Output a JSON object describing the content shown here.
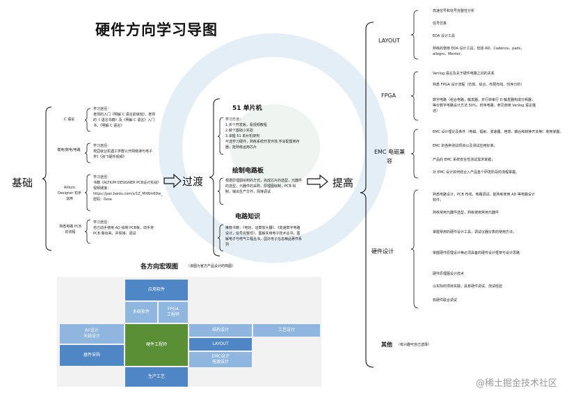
{
  "title": "硬件方向学习导图",
  "stages": {
    "basic": "基础",
    "transition": "过渡",
    "advanced": "提高"
  },
  "basic_items": [
    {
      "name": "C 语言",
      "desc": "学习途径：\n老师的入门《明解 C 语言前级班》、老师的《 语言书籍》及《明解 C 语言》入门书，《明解 C 语言》"
    },
    {
      "name": "模电/数电/电路",
      "desc": "学习途径：\n校园就业机遇工学群公开网络课与电子学》《张飞硬件视频》"
    },
    {
      "name": "Altium Designer 初步运用",
      "desc": "学习途径：\n书籍《ALTIUM DESIGNER PCB设计实战》\n视频链接：\nhttps://pan.baidu.com/s/1Z_MXBm6Dw_dSVkKN7U8Q 密码：0xse"
    },
    {
      "name": "熟悉电路 PCB 的流程",
      "desc": "学习途径：\n自己动手使用 AD 绘制 PCB板，动手将 PCB 做出来，并焊接，调试"
    }
  ],
  "transition_items": [
    {
      "name": "51 单片机",
      "desc": "学习方法：\n1.买个开发板，看视频教程\n2.做个基础小实验\n3.掌握 51 单片机架构\n可选学习硬件，熟练系统开发环境,学会配置寄存器，能熟练运用芯片"
    },
    {
      "name": "绘制电路板",
      "desc": "根据原理图绘制的方式，完成芯片的选型，元器件的选型，元器件的采购，原理图绘制，PCB 绘制，输出生产文件，焊接调试"
    },
    {
      "name": "电路知识",
      "desc": "推荐书籍：《电好，运算放大器》、《高速数字电路设计，信号完整性》、图解实用电子技术丛书，图解电子与电气工程丛书，国外电子信息精品著作系列"
    }
  ],
  "advanced_items": [
    {
      "name": "LAYOUT",
      "lines": [
        "高速信号和信号完整性分析",
        "信号仿真",
        "EDA 设计工具",
        "熟练的使用 EDA 设计工具，包括 AD，Cadence，pads，allegro，Mentor。"
      ]
    },
    {
      "name": "FPGA",
      "lines": [
        "Verilog 语言及关于硬件电路之间的关系",
        "熟悉 FPGA 设计流程（仿真、综合、布局布线、时序分析）",
        "数字电路（组合电路，触发器，并行转串行 D 触发器构成分频器，等价数字电路设计方法 50%，时序电路，参见使用 Verilog 语言描述）"
      ]
    },
    {
      "name": "EMC 电磁兼容",
      "lines": [
        "EMC 设计理论及条件（电磁、辐射、波速器、电感、耦合和转换开关等）使用掌握。",
        "EMC 的各种测试项目以及测试应用标准；",
        "产品的 EMC 系统安全性测试需求掌握；",
        "对 EMC 设计如何结合入产品各个研发阶段的流程掌握。"
      ]
    },
    {
      "name": "硬件设计",
      "lines": [
        "熟悉电路设计，PCB 布线，电路调试，能熟练使用 AD 等电路设计软件；",
        "熟练常用元器件选型，熟练使用常用元器件",
        "掌握常用的硬件设计工具，调试仪器仪表的使用方法；",
        "掌握硬件原理设计等必须具备的硬件设计框架与设计思路",
        "硬件原理图设计技术",
        "以实际的项目实践，具有硬件调试、测试经验",
        "软硬件联合调试"
      ]
    },
    {
      "name": "其他",
      "lines": [
        "（有兴趣可自己选择）"
      ]
    }
  ],
  "section2": {
    "title": "各方向宏观图",
    "subtitle": "（该图为官方产品设计的简图）",
    "cells": {
      "software_design": "应用软件",
      "system_software": "系统软件",
      "fpga_engineer": "FPGA\n工程师",
      "rf_design": "RF设计\n天线设计",
      "hardware_engineer": "硬件工程师",
      "structure_design": "结构设计",
      "process_design": "工艺设计",
      "device_purchase": "器件采购",
      "layout": "LAYOUT",
      "emc_design": "EMC设计\n电源设计",
      "production": "生产工艺"
    }
  },
  "footer": "@稀土掘金技术社区"
}
